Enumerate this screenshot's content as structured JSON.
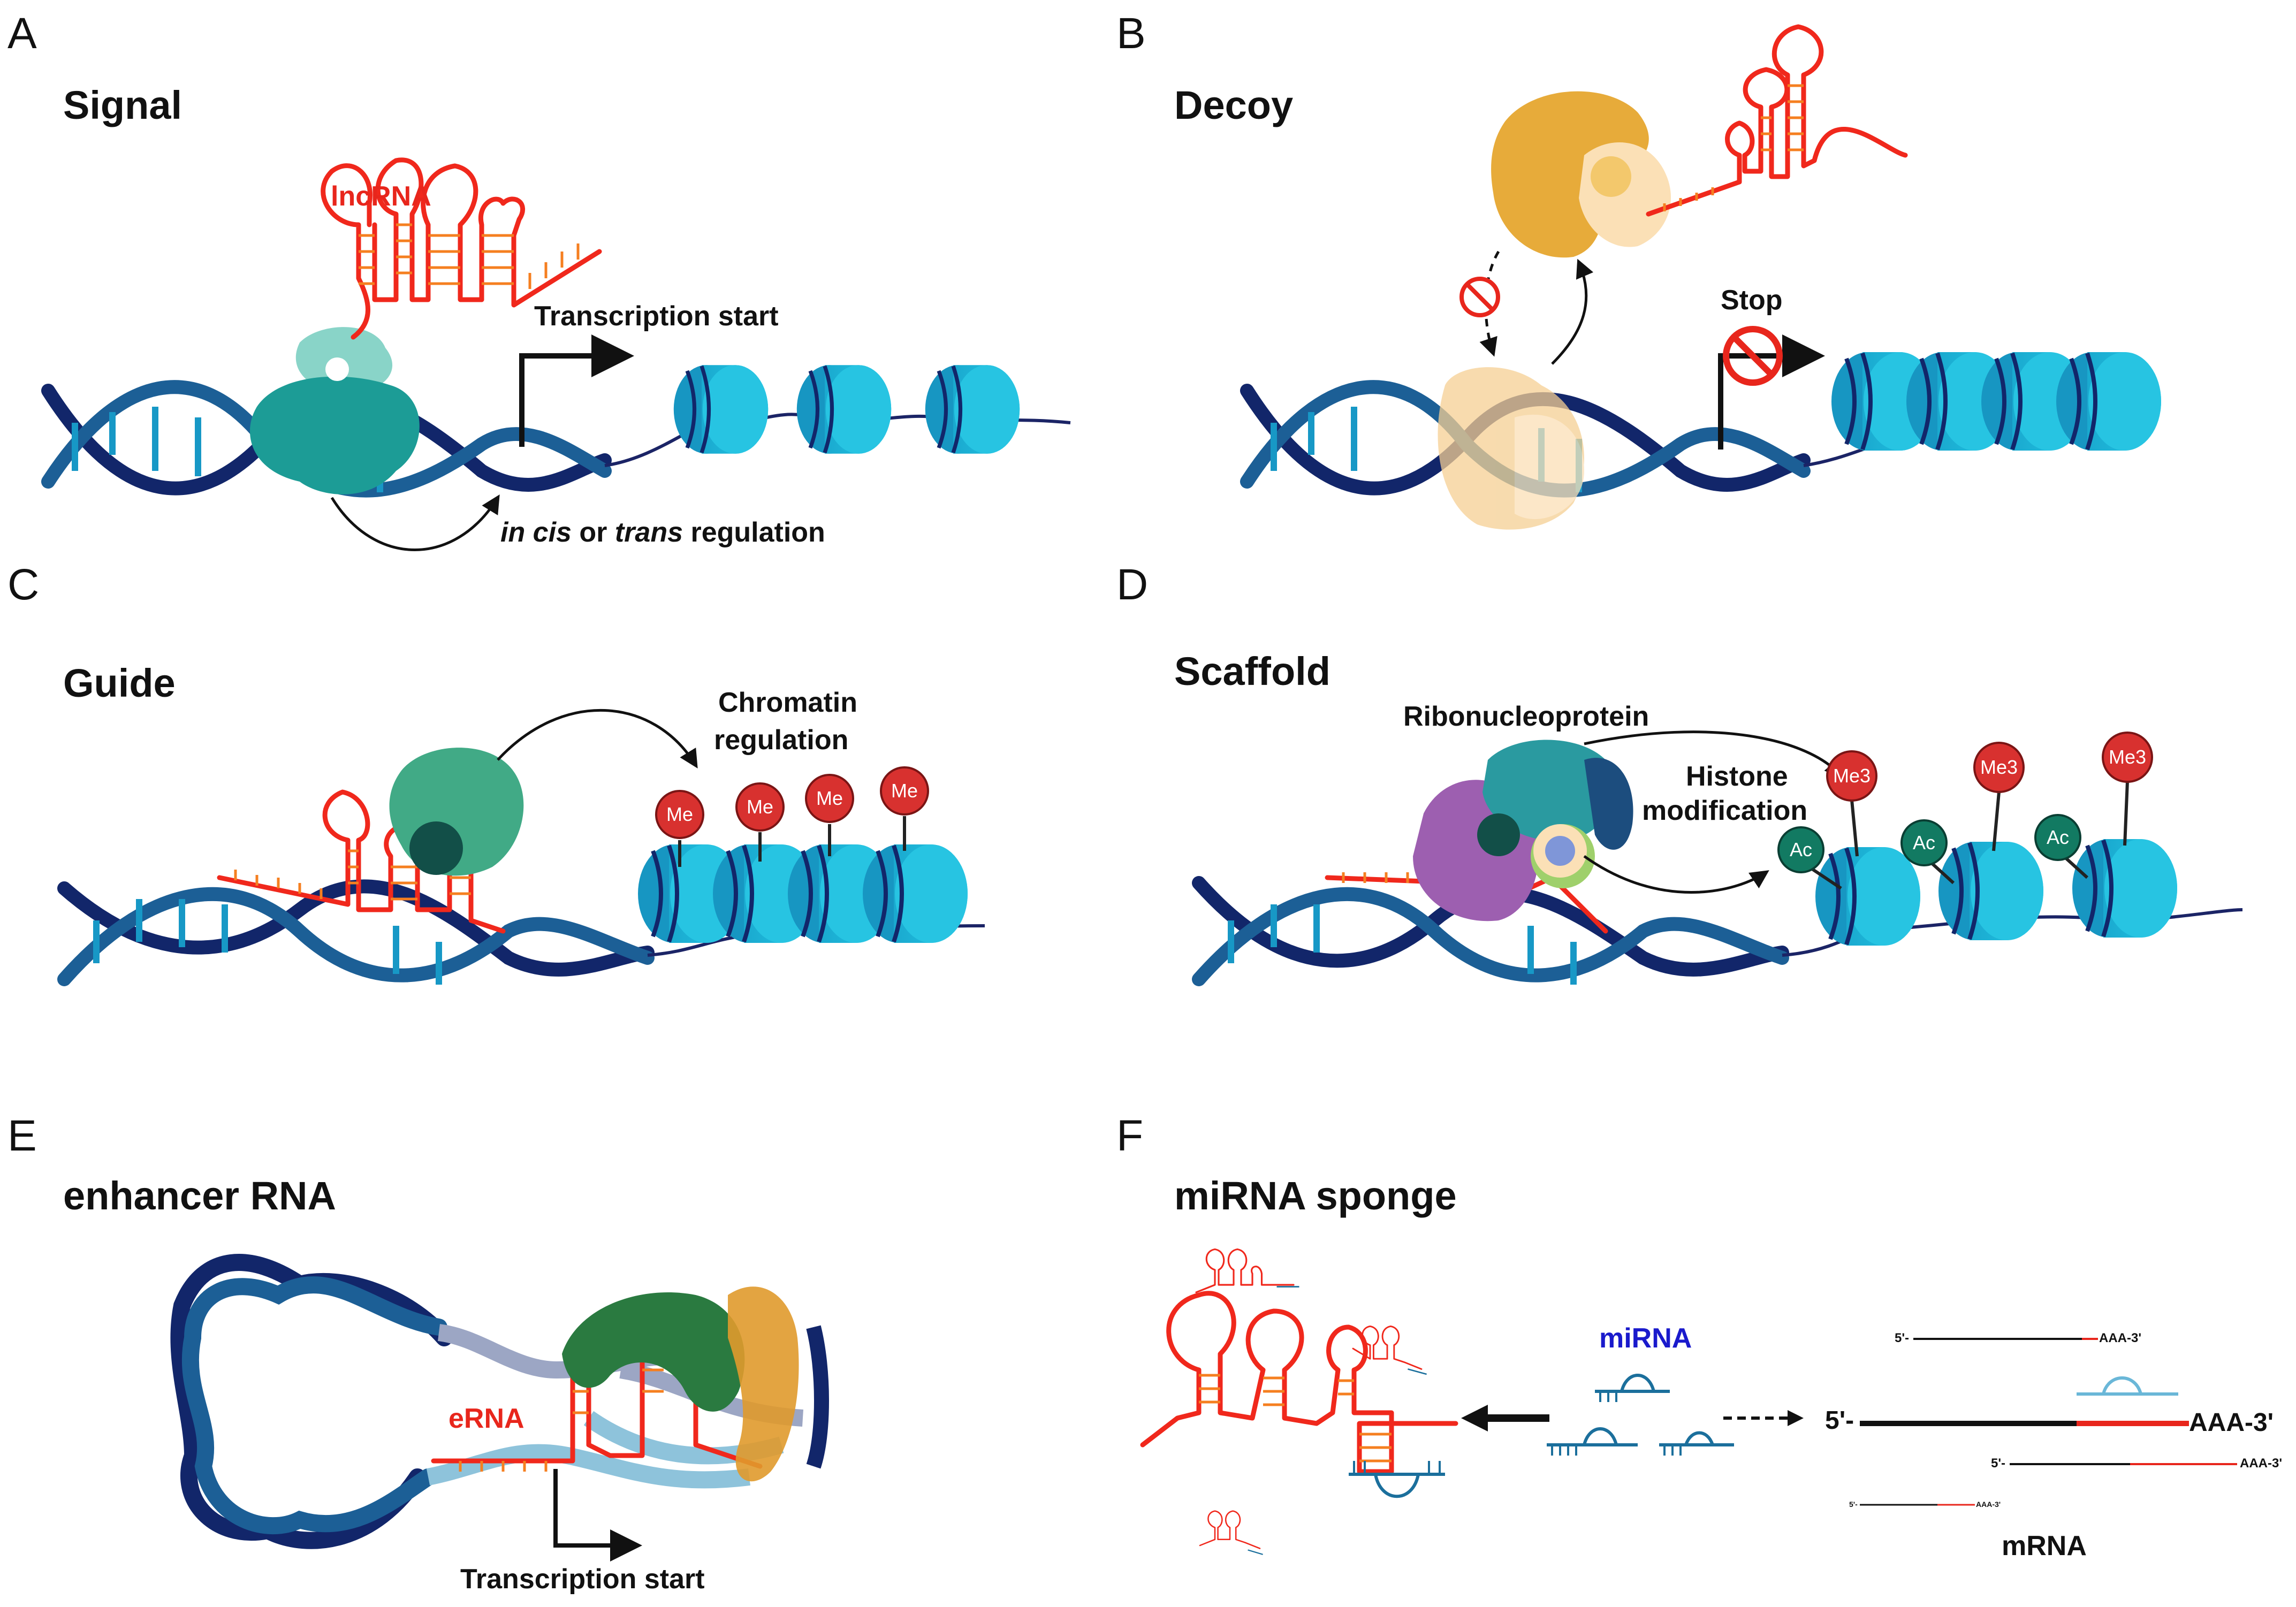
{
  "panels": [
    {
      "letter": "A",
      "title": "Signal"
    },
    {
      "letter": "B",
      "title": "Decoy"
    },
    {
      "letter": "C",
      "title": "Guide"
    },
    {
      "letter": "D",
      "title": "Scaffold"
    },
    {
      "letter": "E",
      "title": "enhancer RNA"
    },
    {
      "letter": "F",
      "title": "miRNA sponge"
    }
  ],
  "labels": {
    "lncrna": "lncRNA",
    "transcription_start": "Transcription start",
    "cis_italic": "in cis",
    "or": " or ",
    "trans_italic": "trans",
    "regulation": " regulation",
    "stop": "Stop",
    "chromatin_regulation_1": "Chromatin",
    "chromatin_regulation_2": "regulation",
    "ribonucleoprotein": "Ribonucleoprotein",
    "histone_modification_1": "Histone",
    "histone_modification_2": "modification",
    "erna": "eRNA",
    "transcription_start_e": "Transcription start",
    "mirna": "miRNA",
    "mrna": "mRNA"
  },
  "marks": {
    "me": "Me",
    "me3": "Me3",
    "ac": "Ac"
  },
  "sequences": {
    "five_prime": "5'-",
    "three_prime_small": "AAA-3'",
    "three_prime_big": "AAA-3'"
  },
  "colors": {
    "rna": "#f0281c",
    "dna_dark": "#12266a",
    "dna_mid": "#1c5f96",
    "nucleosome": "#19b5d8",
    "methyl": "#d8312f",
    "acetyl": "#127a62"
  }
}
